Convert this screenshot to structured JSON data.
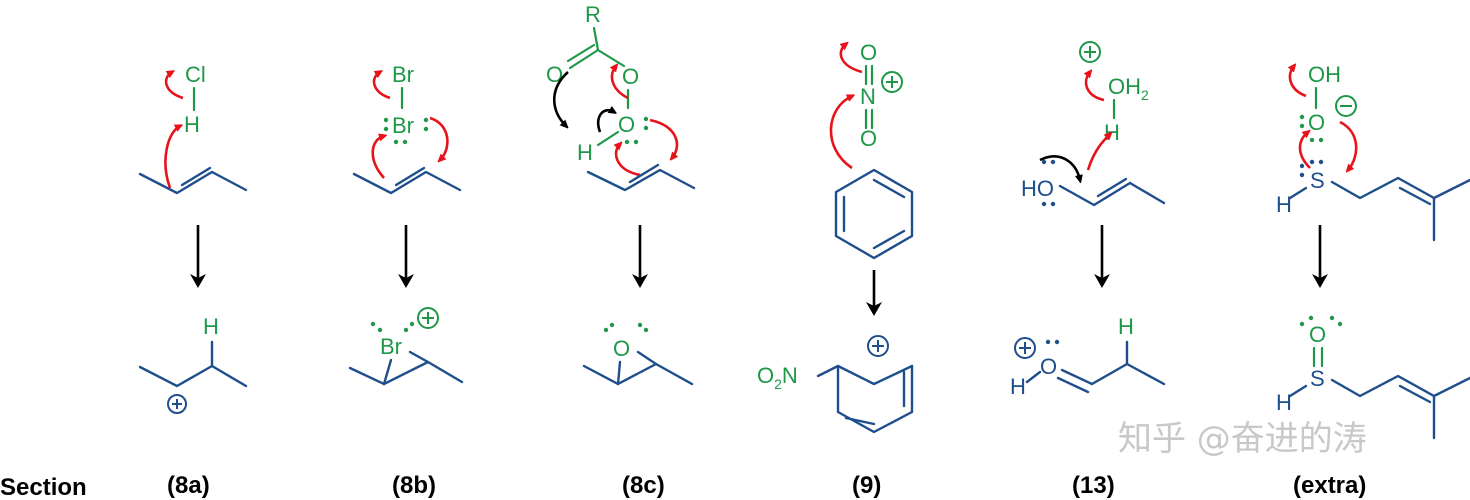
{
  "row_label": "Section",
  "columns": [
    {
      "id": "8a",
      "label": "(8a)"
    },
    {
      "id": "8b",
      "label": "(8b)"
    },
    {
      "id": "8c",
      "label": "(8c)"
    },
    {
      "id": "9",
      "label": "(9)"
    },
    {
      "id": "13",
      "label": "(13)"
    },
    {
      "id": "extra",
      "label": "(extra)"
    }
  ],
  "atoms": {
    "Cl": "Cl",
    "H": "H",
    "Br": "Br",
    "R": "R",
    "O": "O",
    "N": "N",
    "O2N": "O",
    "O2N_sub": "2",
    "O2N_N": "N",
    "OH2": "OH",
    "OH2_sub": "2",
    "HO": "HO",
    "OH": "OH",
    "S": "S"
  },
  "watermark": "知乎 @奋进的涛",
  "colors": {
    "reagent": "#1e9848",
    "substrate": "#1f4e8c",
    "electron_arrow": "#e8121b",
    "reaction_arrow": "#000000"
  }
}
